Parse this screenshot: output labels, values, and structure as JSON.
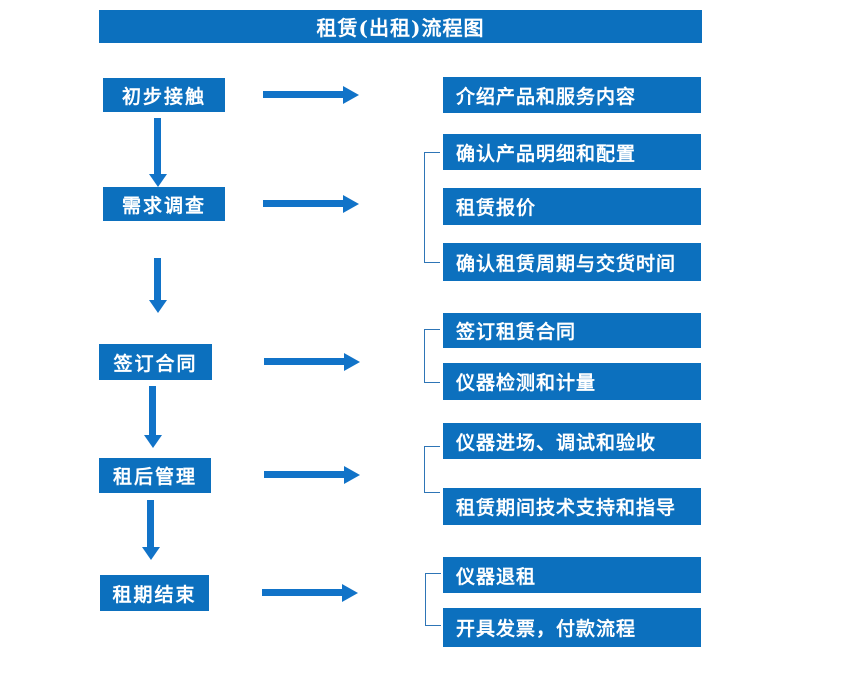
{
  "title": "租赁(出租)流程图",
  "colors": {
    "box_blue": "#0C70BE",
    "arrow_blue": "#1173C8",
    "bracket_blue": "#2E75B6",
    "box_text": "#FFFFFF"
  },
  "stages": [
    {
      "label": "初步接触",
      "details": [
        "介绍产品和服务内容"
      ]
    },
    {
      "label": "需求调查",
      "details": [
        "确认产品明细和配置",
        "租赁报价",
        "确认租赁周期与交货时间"
      ]
    },
    {
      "label": "签订合同",
      "details": [
        "签订租赁合同",
        "仪器检测和计量"
      ]
    },
    {
      "label": "租后管理",
      "details": [
        "仪器进场、调试和验收",
        "租赁期间技术支持和指导"
      ]
    },
    {
      "label": "租期结束",
      "details": [
        "仪器退租",
        "开具发票，付款流程"
      ]
    }
  ]
}
